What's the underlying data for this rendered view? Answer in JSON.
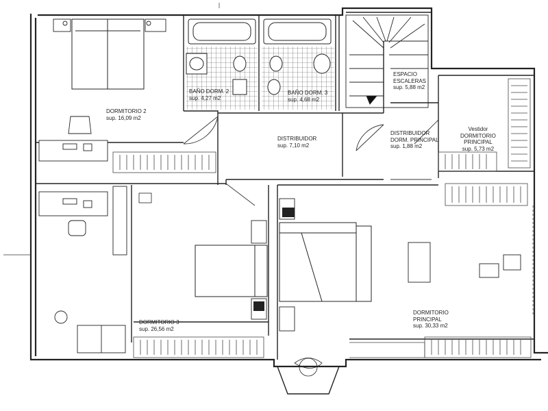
{
  "rooms": [
    {
      "name": "DORMITORIO 2",
      "area": "sup. 16,09 m2"
    },
    {
      "name": "BAÑO DORM. 2",
      "area": "sup. 4,27 m2"
    },
    {
      "name": "BAÑO DORM. 3",
      "area": "sup. 4,68 m2"
    },
    {
      "name": "ESPACIO",
      "name2": "ESCALERAS",
      "area": "sup. 5,88 m2"
    },
    {
      "name": "DISTRIBUIDOR",
      "area": "sup. 7,10 m2"
    },
    {
      "name": "DISTRIBUIDOR",
      "name2": "DORM. PRINCIPAL",
      "area": "sup. 1,88 m2"
    },
    {
      "name": "Vestidor",
      "name2": "DORMITORIO",
      "name3": "PRINCIPAL",
      "area": "sup. 5,73 m2"
    },
    {
      "name": "DORMITORIO 3",
      "area": "sup. 26,56 m2"
    },
    {
      "name": "DORMITORIO",
      "name2": "PRINCIPAL",
      "area": "sup. 30,33 m2"
    }
  ],
  "colors": {
    "line": "#222222",
    "hatch": "#555555",
    "paper": "#ffffff"
  }
}
